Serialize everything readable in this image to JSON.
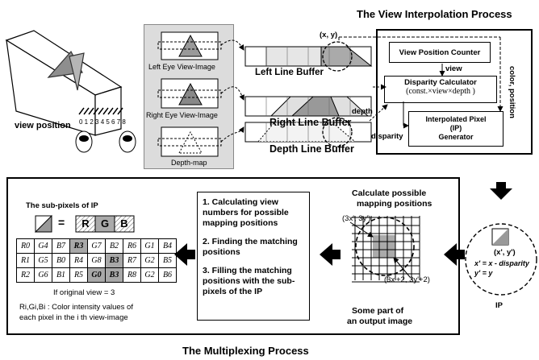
{
  "titles": {
    "view_interp": "The View Interpolation Process",
    "multiplexing": "The Multiplexing Process"
  },
  "left_scene": {
    "view_position": "view position",
    "view_numbers": "0 1 2 3 4 5 6 7 8"
  },
  "images": {
    "left": "Left Eye View-Image",
    "right": "Right Eye View-Image",
    "depth": "Depth-map"
  },
  "buffers": {
    "left": "Left Line Buffer",
    "right": "Right Line Buffer",
    "depth": "Depth Line Buffer",
    "xy": "(x, y)"
  },
  "calc": {
    "counter": "View Position Counter",
    "view_lbl": "view",
    "disparity_title": "Disparity Calculator",
    "disparity_formula": "(const.×view×depth )",
    "ip_gen_1": "Interpolated Pixel",
    "ip_gen_2": "(IP)",
    "ip_gen_3": "Generator",
    "color_position": "color, position",
    "depth_lbl": "depth",
    "disparity_lbl": "disparity"
  },
  "multiplex": {
    "subpixels_title": "The sub-pixels of IP",
    "rgb": [
      "R",
      "G",
      "B"
    ],
    "equals": "=",
    "grid": [
      [
        "R0",
        "G4",
        "B7",
        "R3",
        "G7",
        "B2",
        "R6",
        "G1",
        "B4"
      ],
      [
        "R1",
        "G5",
        "B0",
        "R4",
        "G8",
        "B3",
        "R7",
        "G2",
        "B5"
      ],
      [
        "R2",
        "G6",
        "B1",
        "R5",
        "G0",
        "B3",
        "R8",
        "G2",
        "B6"
      ]
    ],
    "if_view": "If original view = 3",
    "legend_1": "Ri,Gi,Bi : Color intensity values of",
    "legend_2": "each pixel in the i th view-image",
    "steps": [
      "1. Calculating view numbers for possible mapping positions",
      "2. Finding the matching positions",
      "3. Filling the matching positions with the sub-pixels of the IP"
    ],
    "calc_title_1": "Calculate possible",
    "calc_title_2": "mapping positions",
    "pos1": "(3x', 3y')",
    "pos2": "(3x'+2, 3y'+2)",
    "output_1": "Some part of",
    "output_2": "an output image"
  },
  "ip": {
    "coord": "(x', y')",
    "eq1": "x' = x - disparity",
    "eq2": "y' = y",
    "label": "IP"
  }
}
